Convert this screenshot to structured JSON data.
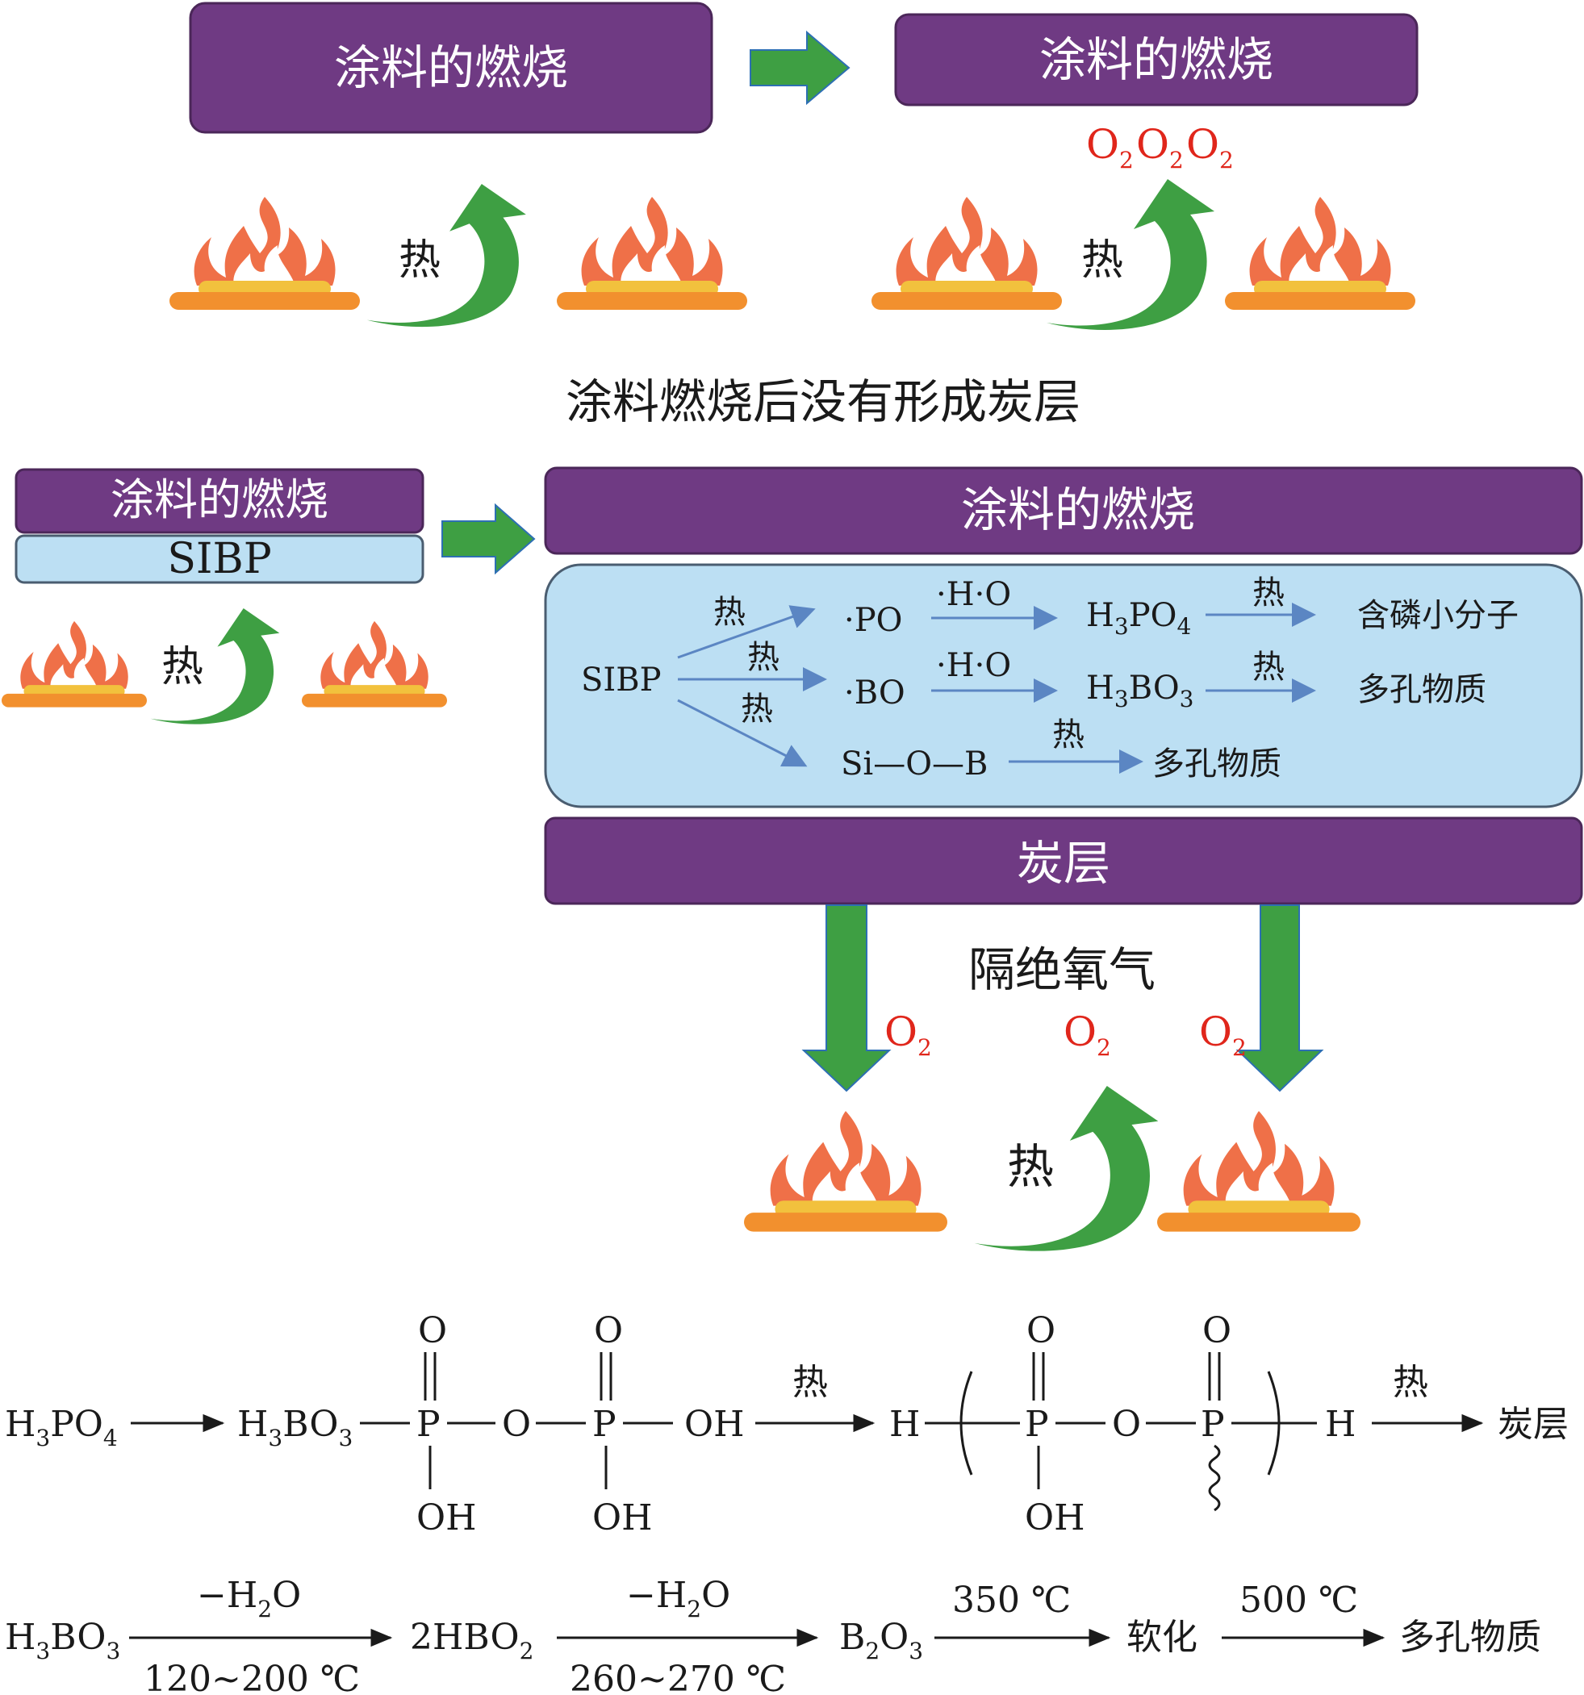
{
  "colors": {
    "purple": "#6f3a83",
    "light_blue": "#bcdff3",
    "green": "#3e9f43",
    "flame": "#ef7048",
    "base_top": "#f2c13d",
    "base_bottom": "#f2902e",
    "blue_arrow": "#5b86c3",
    "red": "#e0261b"
  },
  "top": {
    "box_left": "涂料的燃烧",
    "box_right": "涂料的燃烧",
    "heat_left": "热",
    "heat_right": "热",
    "o2_label": "O",
    "o2_sub": "2",
    "caption": "涂料燃烧后没有形成炭层"
  },
  "middle": {
    "small_box": "涂料的燃烧",
    "sibp_box": "SIBP",
    "heat_left": "热",
    "big_box": "涂料的燃烧",
    "inner": {
      "sibp": "SIBP",
      "heat": "热",
      "po": "·PO",
      "bo": "·BO",
      "ho": "·H·O",
      "h3po4_main": "H",
      "h3po4_sub1": "3",
      "h3po4_po": "PO",
      "h3po4_sub2": "4",
      "h3bo3_main": "H",
      "h3bo3_sub1": "3",
      "h3bo3_bo": "BO",
      "h3bo3_sub2": "3",
      "si_o_b": "Si—O—B",
      "phos_small": "含磷小分子",
      "porous": "多孔物质"
    },
    "char_box": "炭层",
    "isolate": "隔绝氧气",
    "o2": "O",
    "o2_sub": "2",
    "heat_bottom": "热"
  },
  "eq1": {
    "h": "H",
    "s3": "3",
    "po": "PO",
    "s4": "4",
    "bo": "BO",
    "o": "O",
    "p": "P",
    "oh": "OH",
    "heat": "热",
    "char": "炭层"
  },
  "eq2": {
    "h": "H",
    "s3": "3",
    "bo": "BO",
    "s2": "2",
    "minus_h": "−H",
    "o": "O",
    "cond1": "120~200 ℃",
    "hbo2": "2HBO",
    "cond2": "260~270 ℃",
    "b": "B",
    "t350": "350 ℃",
    "soften": "软化",
    "t500": "500 ℃",
    "porous": "多孔物质"
  }
}
